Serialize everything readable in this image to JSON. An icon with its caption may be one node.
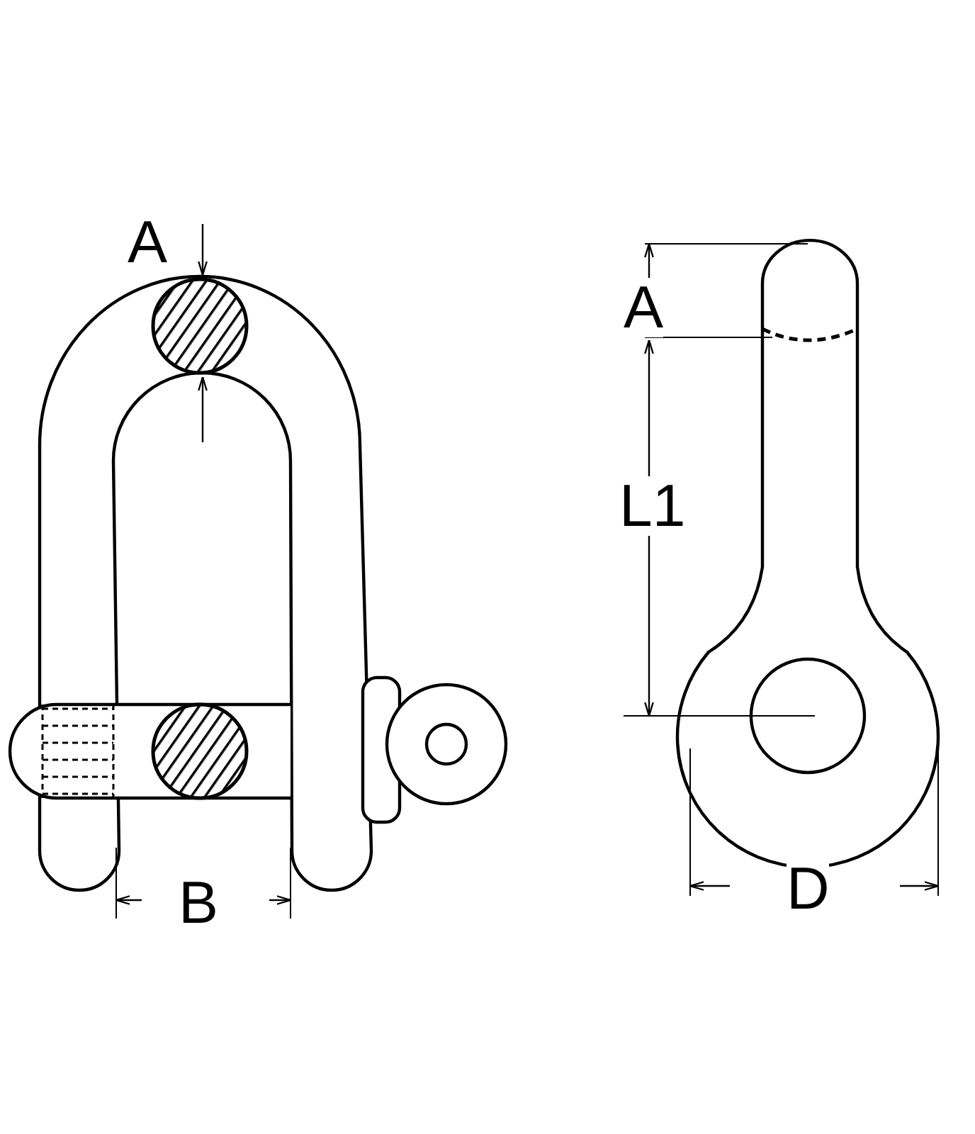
{
  "diagram": {
    "labels": [
      "A",
      "A",
      "L1",
      "B",
      "D"
    ]
  }
}
